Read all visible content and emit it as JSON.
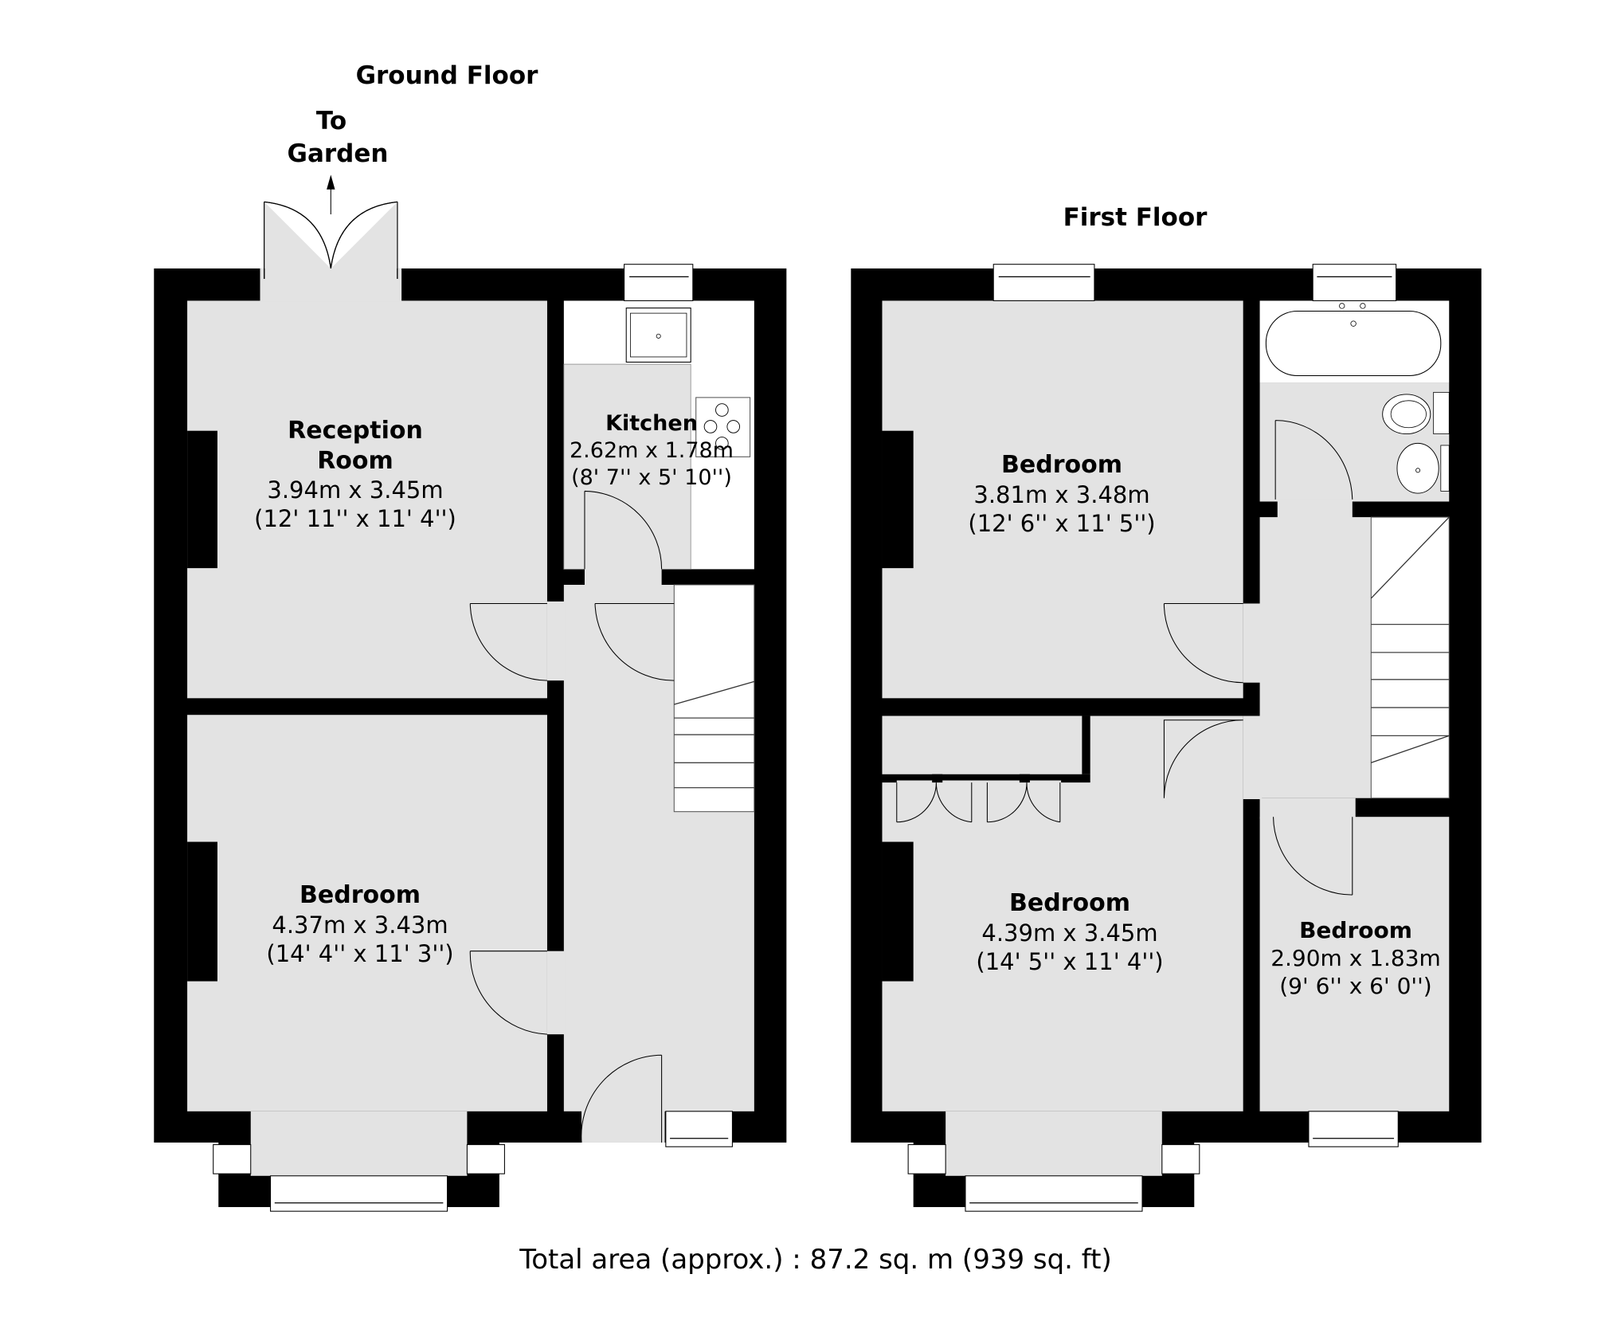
{
  "ground_floor": {
    "title": "Ground Floor",
    "garden_label_line1": "To",
    "garden_label_line2": "Garden",
    "rooms": [
      {
        "name_line1": "Reception",
        "name_line2": "Room",
        "metric": "3.94m x 3.45m",
        "imperial": "(12' 11'' x 11' 4'')"
      },
      {
        "name": "Kitchen",
        "metric": "2.62m x 1.78m",
        "imperial": "(8' 7'' x 5' 10'')"
      },
      {
        "name": "Bedroom",
        "metric": "4.37m x 3.43m",
        "imperial": "(14' 4'' x 11' 3'')"
      }
    ]
  },
  "first_floor": {
    "title": "First Floor",
    "rooms": [
      {
        "name": "Bedroom",
        "metric": "3.81m x 3.48m",
        "imperial": "(12' 6'' x 11' 5'')"
      },
      {
        "name": "Bedroom",
        "metric": "4.39m x 3.45m",
        "imperial": "(14' 5'' x 11' 4'')"
      },
      {
        "name": "Bedroom",
        "metric": "2.90m x 1.83m",
        "imperial": "(9' 6'' x 6' 0'')"
      }
    ]
  },
  "total_area": "Total area (approx.) : 87.2 sq. m (939 sq. ft)",
  "colors": {
    "wall": "#000000",
    "floor": "#e3e3e3",
    "background": "#ffffff"
  }
}
